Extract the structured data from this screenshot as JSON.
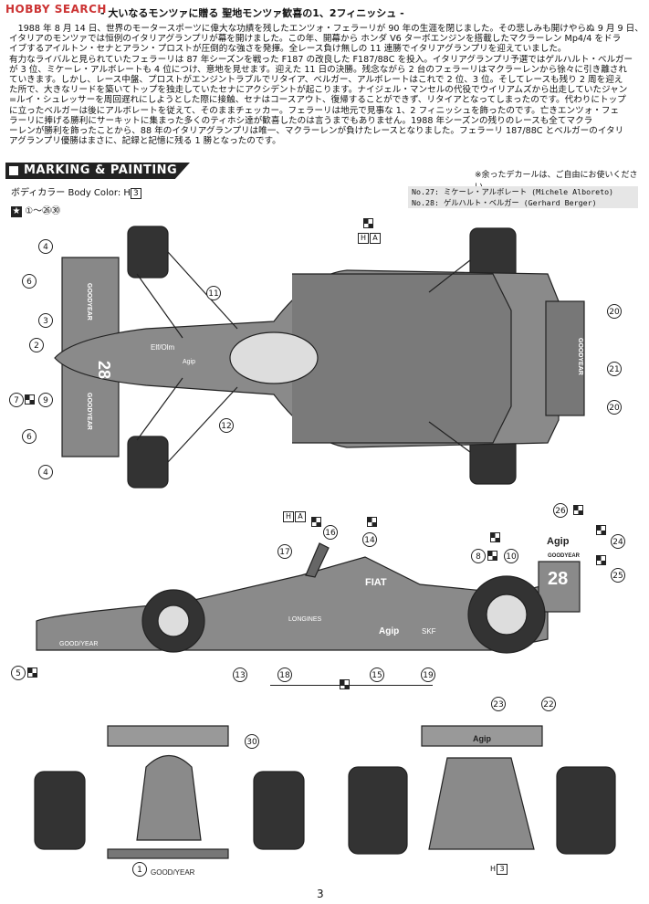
{
  "header": {
    "logo": "HOBBY SEARCH",
    "title": "- 大いなるモンツァに贈る 聖地モンツァ歓喜の1、2フィニッシュ -"
  },
  "story": "　1988 年 8 月 14 日、世界のモータースポーツに偉大な功績を残したエンツォ・フェラーリが 90 年の生涯を閉じました。その悲しみも開けやらぬ 9 月 9 日、\nイタリアのモンツァでは恒例のイタリアグランプリが幕を開けました。この年、開幕から ホンダ V6 ターボエンジンを搭載したマクラーレン Mp4/4 をドラ\nイブするアイルトン・セナとアラン・プロストが圧倒的な強さを発揮。全レース負け無しの 11 連勝でイタリアグランプリを迎えていました。\n有力なライバルと見られていたフェラーリは 87 年シーズンを戦った F187 の改良した F187/88C を投入。イタリアグランプリ予選ではゲルハルト・ベルガー\nが 3 位、ミケーレ・アルボレートも 4 位につけ、意地を見せます。迎えた 11 日の決勝。残念ながら 2 台のフェラーリはマクラーレンから徐々に引き離され\nていきます。しかし、レース中盤、プロストがエンジントラブルでリタイア、ベルガー、アルボレートはこれで 2 位、3 位。そしてレースも残り 2 周を迎え\nた所で、大きなリードを築いてトップを独走していたセナにアクシデントが起こります。ナイジェル・マンセルの代役でウイリアムズから出走していたジャン\n=ルイ・シュレッサーを周回遅れにしようとした際に接触、セナはコースアウト、復帰することができず、リタイアとなってしまったのです。代わりにトップ\nに立ったベルガーは後にアルボレートを従えて、そのままチェッカー。フェラーリは地元で見事な 1、2 フィニッシュを飾ったのです。亡きエンツォ・フェ\nラーリに捧げる勝利にサーキットに集まった多くのティホシ達が歓喜したのは言うまでもありません。1988 年シーズンの残りのレースも全てマクラ\nーレンが勝利を飾ったことから、88 年のイタリアグランプリは唯一、マクラーレンが負けたレースとなりました。フェラーリ 187/88C とベルガーのイタリ\nアグランプリ優勝はまさに、記録と記憶に残る 1 勝となったのです。",
  "section": {
    "title": "MARKING & PAINTING",
    "note": "※余ったデカールは、ご自由にお使いください。"
  },
  "body_color": {
    "label": "ボディカラー",
    "label_en": "Body Color:",
    "code_h": "H",
    "code_num": "3"
  },
  "decal_range": "①～㉖㉚",
  "legend": {
    "line1": "No.27: ミケーレ・アルボレート (Michele Alboreto)",
    "line2": "No.28: ゲルハルト・ベルガー (Gerhard Berger)"
  },
  "car_marks": {
    "number": "28",
    "goodyear": "GOODYEAR",
    "agip": "Agip",
    "fiat": "FIAT",
    "longines": "LONGINES",
    "elf": "Elf/Olm",
    "skf": "SKF",
    "nose": "GOOD/YEAR"
  },
  "callouts": {
    "c1": "1",
    "c2": "2",
    "c3": "3",
    "c4": "4",
    "c5": "5",
    "c6": "6",
    "c7": "7",
    "c8": "8",
    "c9": "9",
    "c10": "10",
    "c11": "11",
    "c12": "12",
    "c13": "13",
    "c14": "14",
    "c15": "15",
    "c16": "16",
    "c17": "17",
    "c18": "18",
    "c19": "19",
    "c20": "20",
    "c21": "21",
    "c22": "22",
    "c23": "23",
    "c24": "24",
    "c25": "25",
    "c26": "26",
    "c30": "30"
  },
  "paint_code": {
    "h": "H",
    "a": "A",
    "three": "3"
  },
  "page_number": "3"
}
